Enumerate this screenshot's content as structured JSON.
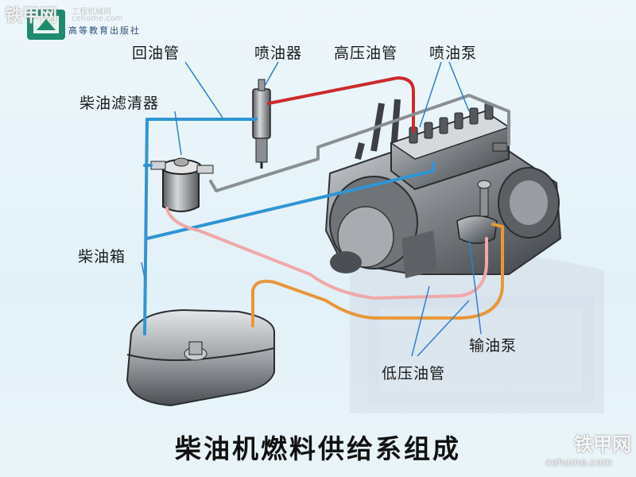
{
  "watermark": {
    "brand": "铁甲网",
    "tagline": "工程机械网",
    "url": "cehome.com",
    "bottom_brand": "铁甲网",
    "bottom_url": "cehome.com"
  },
  "publisher": "高等教育出版社",
  "labels": {
    "return_pipe": "回油管",
    "injector": "喷油器",
    "high_pressure_pipe": "高压油管",
    "injection_pump": "喷油泵",
    "diesel_filter": "柴油滤清器",
    "fuel_tank": "柴油箱",
    "feed_pump": "输油泵",
    "low_pressure_pipe": "低压油管"
  },
  "caption": "柴油机燃料供给系组成",
  "colors": {
    "return_pipe": "#2f95d4",
    "high_pressure_pipe": "#cc2b2b",
    "low_pressure_pipe_tank": "#e8973a",
    "low_pressure_pipe_filter": "#f0a8a8",
    "gray_pipe": "#8a8f94",
    "leader_line": "#2f7fcf"
  }
}
